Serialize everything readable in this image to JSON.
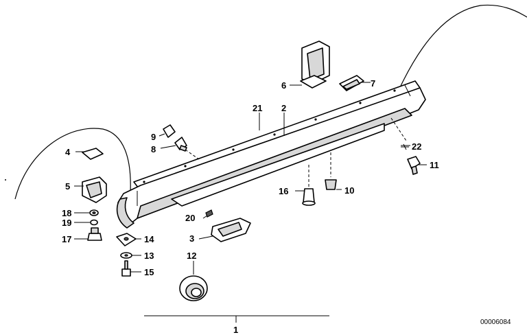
{
  "diagram": {
    "ref_code": "00006084",
    "bottom_label": "1",
    "labels": [
      {
        "id": "l2",
        "text": "2"
      },
      {
        "id": "l3",
        "text": "3"
      },
      {
        "id": "l4",
        "text": "4"
      },
      {
        "id": "l5",
        "text": "5"
      },
      {
        "id": "l6",
        "text": "6"
      },
      {
        "id": "l7",
        "text": "7"
      },
      {
        "id": "l8",
        "text": "8"
      },
      {
        "id": "l9",
        "text": "9"
      },
      {
        "id": "l10",
        "text": "10"
      },
      {
        "id": "l11",
        "text": "11"
      },
      {
        "id": "l12",
        "text": "12"
      },
      {
        "id": "l13",
        "text": "13"
      },
      {
        "id": "l14",
        "text": "14"
      },
      {
        "id": "l15",
        "text": "15"
      },
      {
        "id": "l16",
        "text": "16"
      },
      {
        "id": "l17",
        "text": "17"
      },
      {
        "id": "l18",
        "text": "18"
      },
      {
        "id": "l19",
        "text": "19"
      },
      {
        "id": "l20",
        "text": "20"
      },
      {
        "id": "l21",
        "text": "21"
      },
      {
        "id": "l22",
        "text": "22"
      }
    ]
  }
}
